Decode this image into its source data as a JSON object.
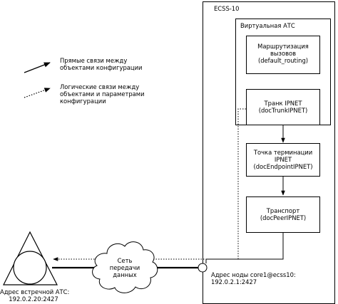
{
  "legend": {
    "direct_line1": "Прямые связи между",
    "direct_line2": "объектами конфигурации",
    "logical_line1": "Логические связи между",
    "logical_line2": "объектами и параметрами",
    "logical_line3": "конфигурации"
  },
  "ecss": {
    "title": "ECSS-10"
  },
  "vats": {
    "title": "Виртуальная АТС"
  },
  "routing": {
    "line1": "Маршрутизация",
    "line2": "вызовов",
    "line3": "(default_routing)"
  },
  "trunk": {
    "line1": "Транк IPNET",
    "line2": "(docTrunkIPNET)"
  },
  "endpoint": {
    "line1": "Точка терминации",
    "line2": "IPNET",
    "line3": "(docEndpointIPNET)"
  },
  "transport": {
    "line1": "Транспорт",
    "line2": "(docPeerIPNET)"
  },
  "network": {
    "line1": "Сеть",
    "line2": "передачи",
    "line3": "данных"
  },
  "node_address": {
    "line1": "Адрес ноды core1@ecss10:",
    "line2": "192.0.2.1:2427"
  },
  "remote_address": {
    "line1": "Адрес встречной АТС:",
    "line2": "192.0.2.20:2427"
  }
}
